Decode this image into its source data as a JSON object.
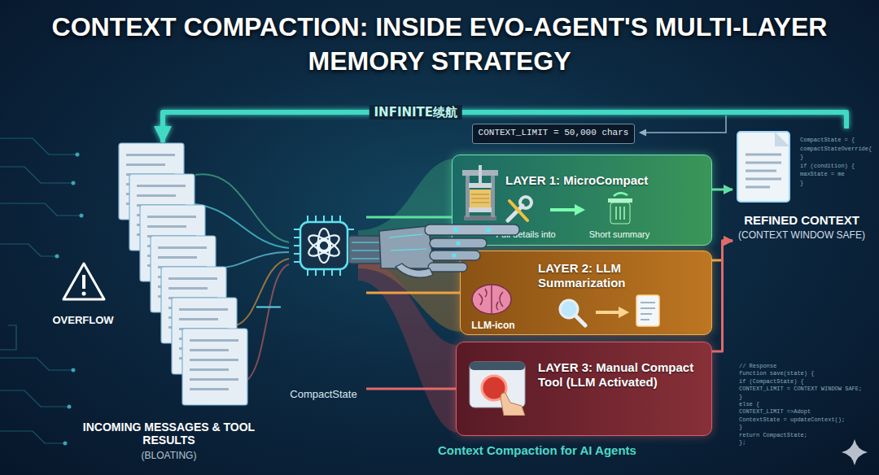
{
  "diagram": {
    "title": "CONTEXT COMPACTION: INSIDE EVO-AGENT'S MULTI-LAYER MEMORY STRATEGY",
    "nodes": [
      {
        "text": [
          "INCOMING MESSAGES & TOOL RESULTS",
          "(BLOATING)"
        ]
      },
      {
        "text": [
          "CompactState"
        ]
      },
      {
        "text": [
          "CONTEXT_LIMIT = 50,000 chars"
        ]
      },
      {
        "text": [
          "LAYER 1: MicroCompact",
          "Full details into",
          "Short summary"
        ]
      },
      {
        "text": [
          "LAYER 2: LLM Summarization",
          "LLM-icon"
        ]
      },
      {
        "text": [
          "LAYER 3: Manual Compact Tool (LLM Activated)"
        ]
      },
      {
        "text": [
          "REFINED CONTEXT",
          "(CONTEXT WINDOW SAFE)"
        ]
      }
    ],
    "edges": [
      {
        "from": 0,
        "to": 1,
        "arrow": "none"
      },
      {
        "from": 1,
        "to": 3,
        "arrow": "none"
      },
      {
        "from": 1,
        "to": 4,
        "arrow": "none"
      },
      {
        "from": 1,
        "to": 5,
        "arrow": "none"
      },
      {
        "from": 3,
        "to": 6,
        "arrow": "to"
      },
      {
        "from": 4,
        "to": 6,
        "arrow": "to"
      },
      {
        "from": 5,
        "to": 6,
        "arrow": "to"
      },
      {
        "from": 6,
        "to": 0,
        "label": "INFINITE续航",
        "arrow": "to"
      }
    ],
    "labels": [
      "OVERFLOW",
      "Context Compaction for AI Agents",
      "CompactState = {",
      "compactStateOverride{",
      "}",
      "if (condition) {",
      "maxState = me",
      "}",
      "// Response",
      "function save(state) {",
      "if (CompactState) {",
      "CONTEXT_LIMIT = CONTEXT WINDOW SAFE;",
      "}",
      "else {",
      "CONTEXT_LIMIT =>Adopt",
      "ContextState = updateContext();",
      "}",
      "return CompactState;",
      "};"
    ]
  }
}
